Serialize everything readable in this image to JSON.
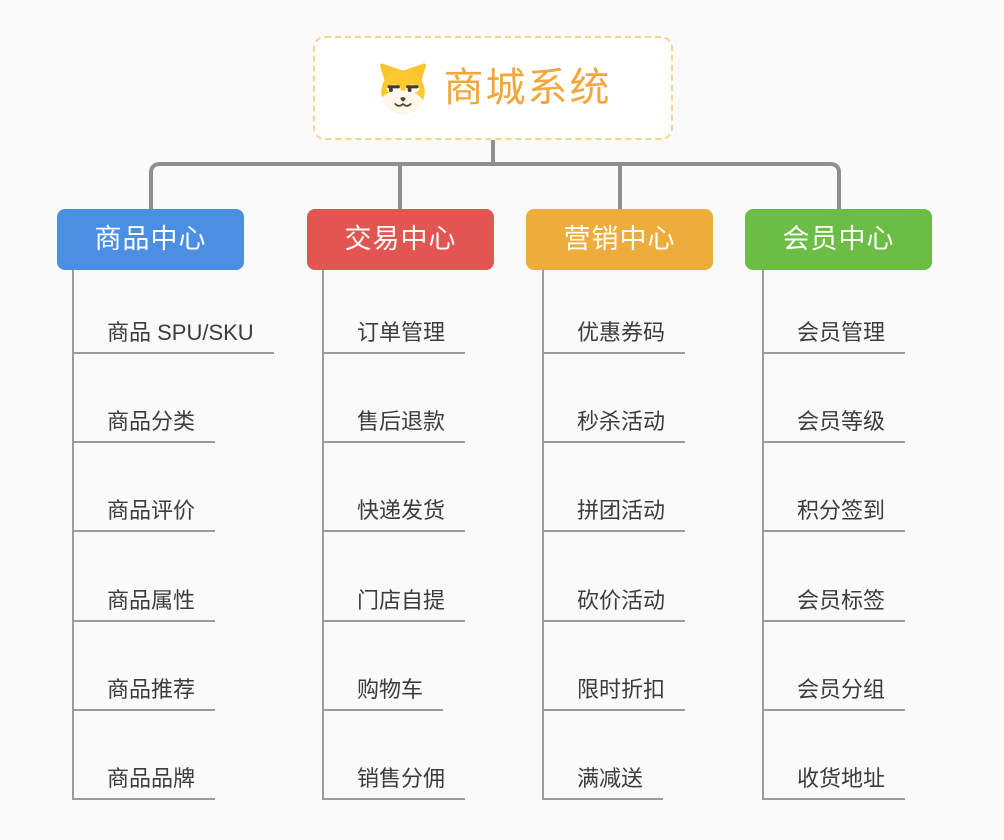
{
  "page": {
    "background": "#fafafa"
  },
  "root": {
    "title": "商城系统",
    "icon": "shiba-dog-icon",
    "text_color": "#f1a73c",
    "border_color": "#f8d38c",
    "background": "#ffffff"
  },
  "connector_color": "#8f8f8f",
  "branch_line_color": "#9b9b9b",
  "branches": [
    {
      "label": "商品中心",
      "color": "#4b8fe2",
      "children": [
        "商品 SPU/SKU",
        "商品分类",
        "商品评价",
        "商品属性",
        "商品推荐",
        "商品品牌"
      ]
    },
    {
      "label": "交易中心",
      "color": "#e25551",
      "children": [
        "订单管理",
        "售后退款",
        "快递发货",
        "门店自提",
        "购物车",
        "销售分佣"
      ]
    },
    {
      "label": "营销中心",
      "color": "#eead3b",
      "children": [
        "优惠券码",
        "秒杀活动",
        "拼团活动",
        "砍价活动",
        "限时折扣",
        "满减送"
      ]
    },
    {
      "label": "会员中心",
      "color": "#6cbd45",
      "children": [
        "会员管理",
        "会员等级",
        "积分签到",
        "会员标签",
        "会员分组",
        "收货地址"
      ]
    }
  ]
}
